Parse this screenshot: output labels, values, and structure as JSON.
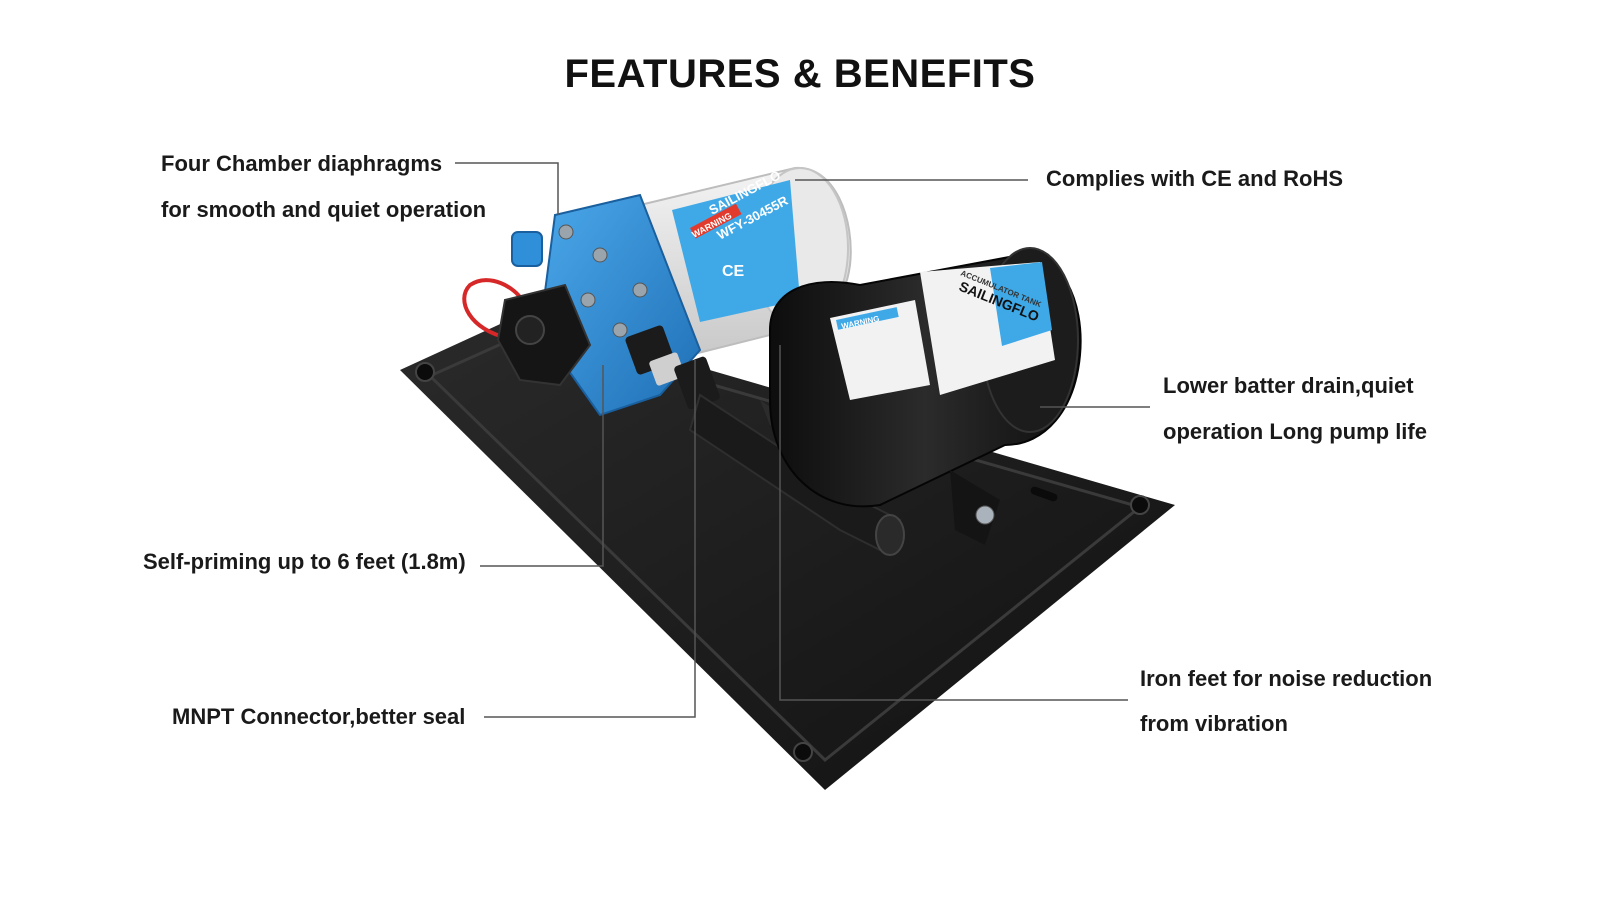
{
  "title": "FEATURES & BENEFITS",
  "callouts": {
    "four_chamber_line1": "Four Chamber diaphragms",
    "four_chamber_line2": "for smooth and quiet operation",
    "complies": "Complies with CE and RoHS",
    "lower_batter_line1": "Lower batter drain,quiet",
    "lower_batter_line2": "operation Long pump life",
    "self_priming": "Self-priming up to 6 feet (1.8m)",
    "mnpt": "MNPT Connector,better seal",
    "iron_feet_line1": "Iron feet for noise reduction",
    "iron_feet_line2": "from vibration"
  },
  "product": {
    "pump_brand": "SAILINGFLO",
    "pump_model": "WFY-30455R",
    "warning": "WARNING",
    "ce_mark": "CE",
    "tank_brand": "SAILINGFLO",
    "tank_header": "ACCUMULATOR TANK",
    "tank_warning": "WARNING"
  },
  "colors": {
    "pump_blue": "#2f8fd8",
    "label_blue": "#3fa9e8",
    "base_black": "#1c1c1c",
    "leader_line": "#555555"
  }
}
